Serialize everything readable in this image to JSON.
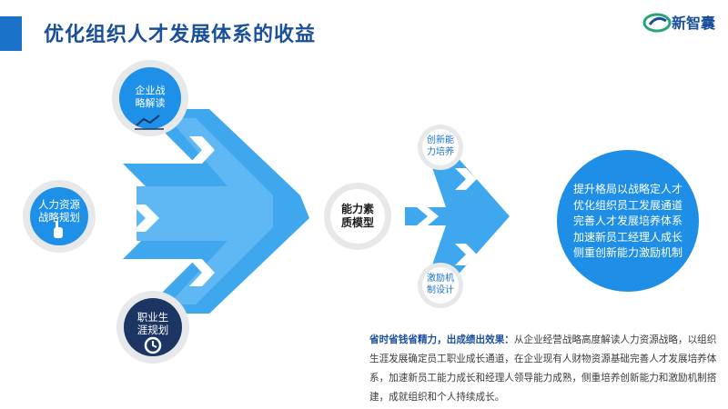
{
  "header": {
    "title": "优化组织人才发展体系的收益",
    "logo_text": "新智囊"
  },
  "inputs": [
    {
      "label_lines": [
        "企业战",
        "略解读"
      ]
    },
    {
      "label_lines": [
        "人力资源",
        "战略规划"
      ]
    },
    {
      "label_lines": [
        "职业生",
        "涯规划"
      ]
    }
  ],
  "center": {
    "label_lines": [
      "能力素",
      "质模型"
    ]
  },
  "middle": [
    {
      "label_lines": [
        "创新能",
        "力培养"
      ]
    },
    {
      "label_lines": [
        "激励机",
        "制设计"
      ]
    }
  ],
  "outcome": {
    "lines": [
      "提升格局以战略定人才",
      "优化组织员工发展通道",
      "完善人才发展培养体系",
      "加速新员工经理人成长",
      "侧重创新能力激励机制"
    ]
  },
  "description": {
    "lead": "省时省钱省精力，出成绩出效果：",
    "body": "从企业经营战略高度解读人力资源战略，以组织生涯发展确定员工职业成长通道，在企业现有人财物资源基础完善人才发展培养体系，加速新员工能力成长和经理人领导能力成熟，侧重培养创新能力和激励机制搭建，成就组织和个人持续成长。"
  },
  "colors": {
    "arrow": "#3fa7ee",
    "arrow_light": "#6cc1f5",
    "circle_blue": "#1e90e8",
    "circle_navy": "#1c3563",
    "title": "#1a4f9a"
  }
}
